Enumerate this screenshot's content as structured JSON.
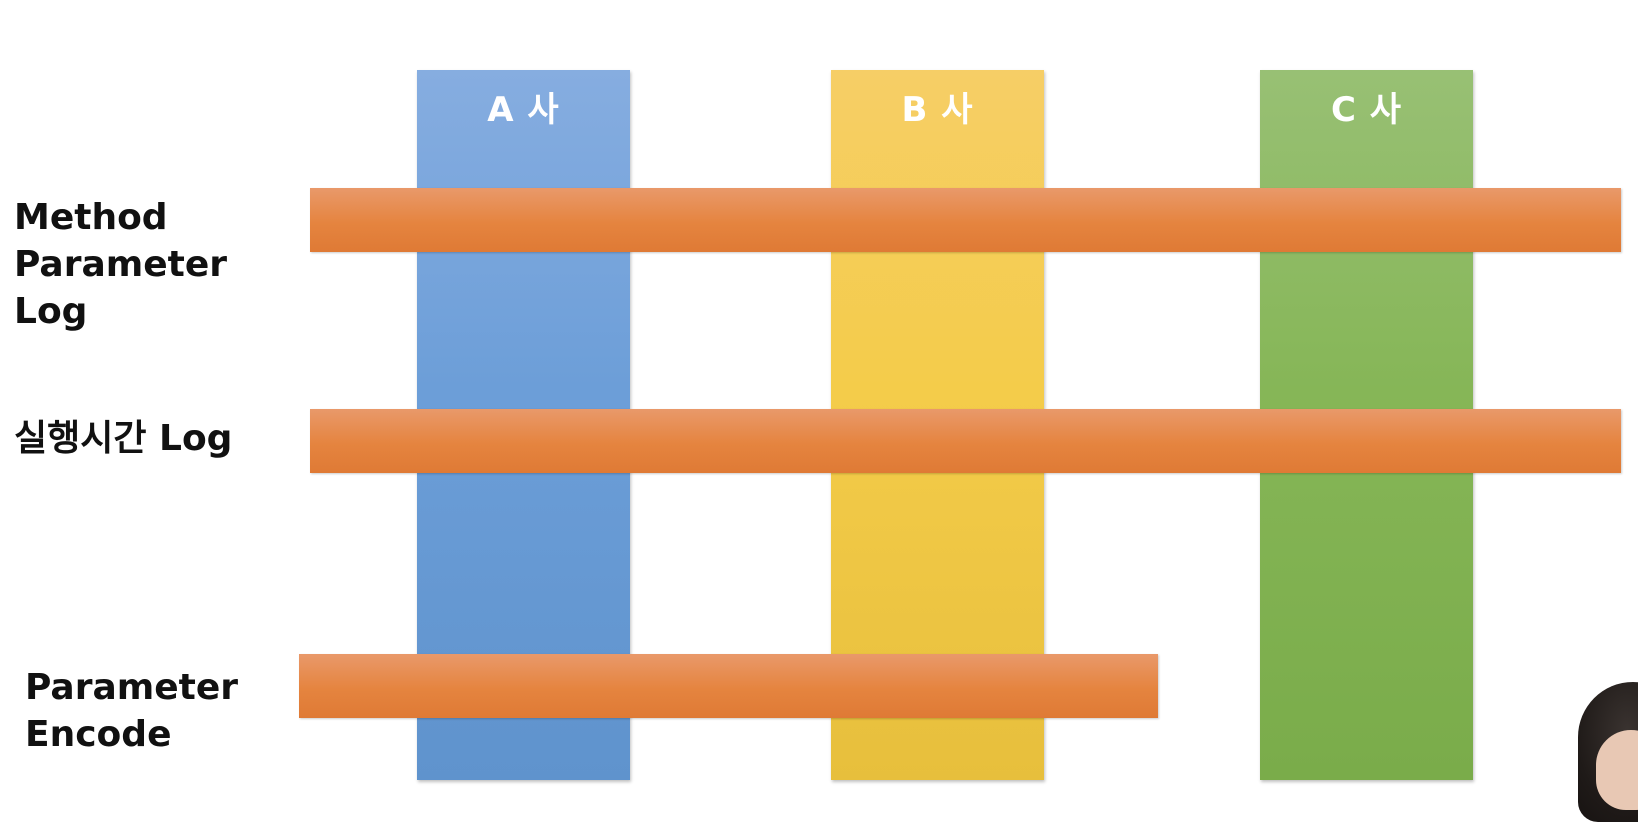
{
  "columns": [
    {
      "label": "A 사",
      "color": "#6c9ed8"
    },
    {
      "label": "B 사",
      "color": "#f4cc4a"
    },
    {
      "label": "C 사",
      "color": "#86b657"
    }
  ],
  "bars": {
    "color": "#e5843f",
    "rows": [
      {
        "label_lines": [
          "Method",
          "Parameter",
          "Log"
        ]
      },
      {
        "label_lines": [
          "실행시간 Log"
        ]
      },
      {
        "label_lines": [
          "Parameter",
          "Encode"
        ]
      }
    ]
  }
}
